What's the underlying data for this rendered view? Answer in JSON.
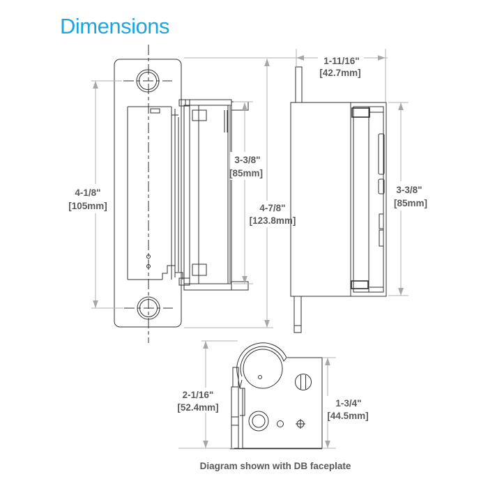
{
  "page": {
    "title": "Dimensions",
    "caption": "Diagram shown with DB faceplate"
  },
  "colors": {
    "title_accent": "#1FA5DC",
    "drawing_line": "#2F2F30",
    "dimension_line": "#B2B2B4",
    "dimension_text": "#58595B",
    "thick_section_line": "#9C9EA1",
    "background": "#FFFFFF"
  },
  "dimensions": {
    "hole_spacing": {
      "in": "4-1/8\"",
      "mm": "[105mm]"
    },
    "body_height_side": {
      "in": "3-3/8\"",
      "mm": "[85mm]"
    },
    "faceplate_height": {
      "in": "4-7/8\"",
      "mm": "[123.8mm]"
    },
    "overall_width": {
      "in": "1-11/16\"",
      "mm": "[42.7mm]"
    },
    "body_height_right": {
      "in": "3-3/8\"",
      "mm": "[85mm]"
    },
    "overall_depth": {
      "in": "2-1/16\"",
      "mm": "[52.4mm]"
    },
    "body_depth": {
      "in": "1-3/4\"",
      "mm": "[44.5mm]"
    }
  }
}
